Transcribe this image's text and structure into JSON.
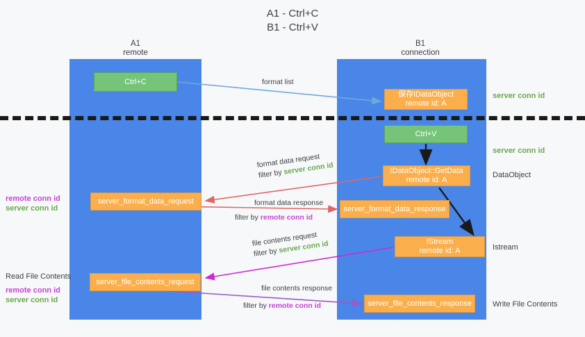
{
  "title": "A1 - Ctrl+C\nB1 - Ctrl+V",
  "columns": {
    "left": {
      "name": "A1",
      "subtitle": "remote",
      "label": "A1\nremote"
    },
    "right": {
      "name": "B1",
      "subtitle": "connection",
      "label": "B1\nconnection"
    }
  },
  "colors": {
    "lane": "#4a86e8",
    "green_box": "#76c479",
    "orange_box": "#fbaf4c",
    "server_conn_id": "#6aa84f",
    "remote_conn_id": "#c742d6",
    "arrow_blue": "#6fa8dc",
    "arrow_red": "#e06666",
    "arrow_magenta": "#cc2bd0",
    "arrow_purple": "#9b59c9",
    "arrow_black": "#1a1a1a",
    "divider": "#1a1a1a"
  },
  "boxes": {
    "ctrl_c": "Ctrl+C",
    "idataobject": "保存IDataObject\nremote id: A",
    "ctrl_v": "Ctrl+V",
    "getdata": "IDataObject::GetData\nremote id: A",
    "istream": "IStream\nremote id: A",
    "server_format_data_request": "server_format_data_request",
    "server_format_data_response": "server_format_data_response",
    "server_file_contents_request": "server_file_contents_request",
    "server_file_contents_response": "server_file_contents_response"
  },
  "edge_labels": {
    "format_list": "format list",
    "format_data_request": "format data request",
    "format_data_request_filter_prefix": "filter by ",
    "format_data_request_filter_value": "server conn id",
    "format_data_response": "format data response",
    "format_data_response_filter_prefix": "filter by ",
    "format_data_response_filter_value": "remote conn id",
    "file_contents_request": "file contents request",
    "file_contents_request_filter_prefix": "filter by ",
    "file_contents_request_filter_value": "server conn id",
    "file_contents_response": "file contents response",
    "file_contents_response_filter_prefix": "filter by ",
    "file_contents_response_filter_value": "remote conn id"
  },
  "side_right": {
    "server_conn_id_1": "server conn id",
    "server_conn_id_2": "server conn id",
    "dataobject": "DataObject",
    "istream": "Istream",
    "write_file_contents": "Write File Contents"
  },
  "side_left": {
    "remote_conn_id_1": "remote conn id",
    "server_conn_id_1": "server conn id",
    "read_file_contents": "Read File Contents",
    "remote_conn_id_2": "remote conn id",
    "server_conn_id_2": "server conn id"
  }
}
